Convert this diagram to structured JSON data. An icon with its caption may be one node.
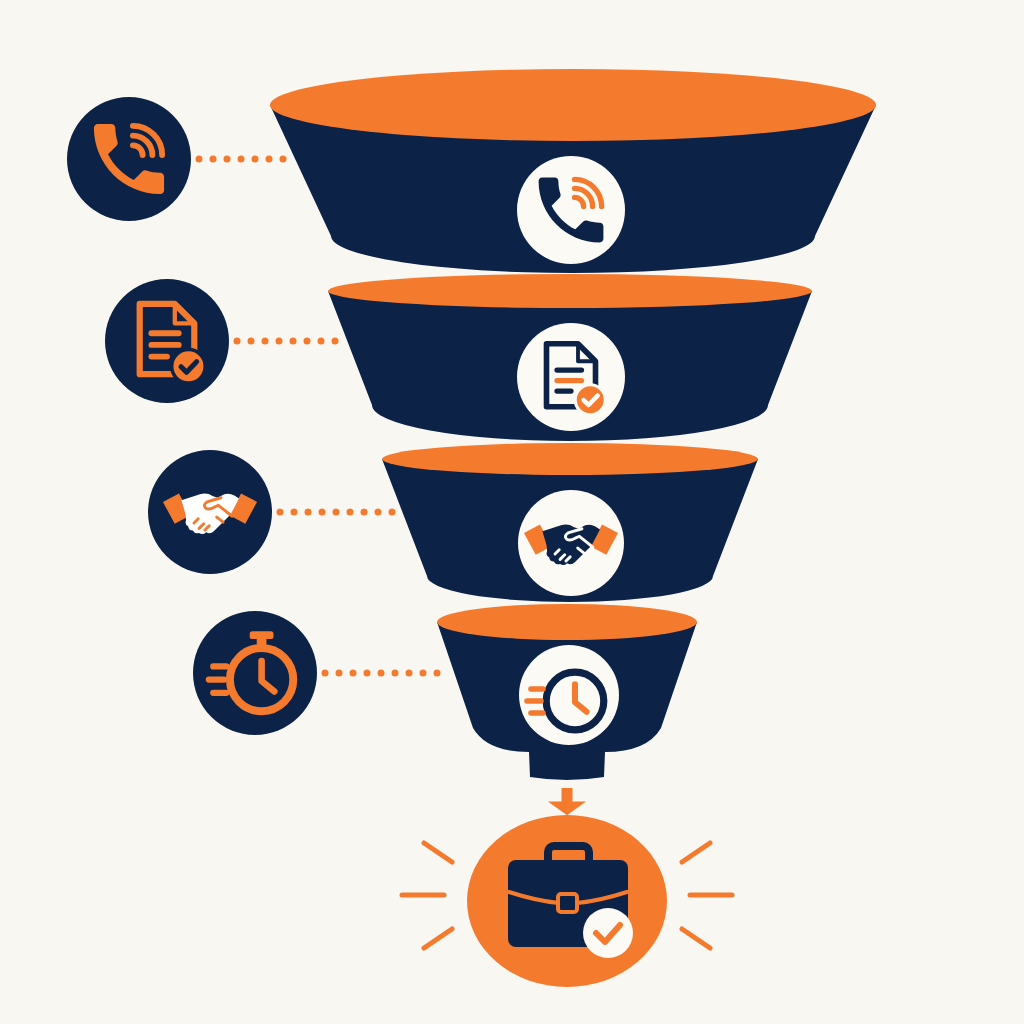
{
  "diagram": {
    "nodes": [
      {
        "text": [],
        "shape": "circle"
      },
      {
        "text": [],
        "shape": "funnel"
      },
      {
        "text": [],
        "shape": "circle"
      },
      {
        "text": [],
        "shape": "funnel"
      },
      {
        "text": [],
        "shape": "circle"
      },
      {
        "text": [],
        "shape": "funnel"
      },
      {
        "text": [],
        "shape": "circle"
      },
      {
        "text": [],
        "shape": "funnel"
      },
      {
        "text": [],
        "shape": "circle"
      }
    ],
    "edges": [
      {
        "from": 0,
        "to": 1,
        "arrow": "none",
        "style": "dashed"
      },
      {
        "from": 2,
        "to": 3,
        "arrow": "none",
        "style": "dashed"
      },
      {
        "from": 4,
        "to": 5,
        "arrow": "none",
        "style": "dashed"
      },
      {
        "from": 6,
        "to": 7,
        "arrow": "none",
        "style": "dashed"
      },
      {
        "from": 7,
        "to": 8,
        "arrow": "to"
      }
    ]
  }
}
